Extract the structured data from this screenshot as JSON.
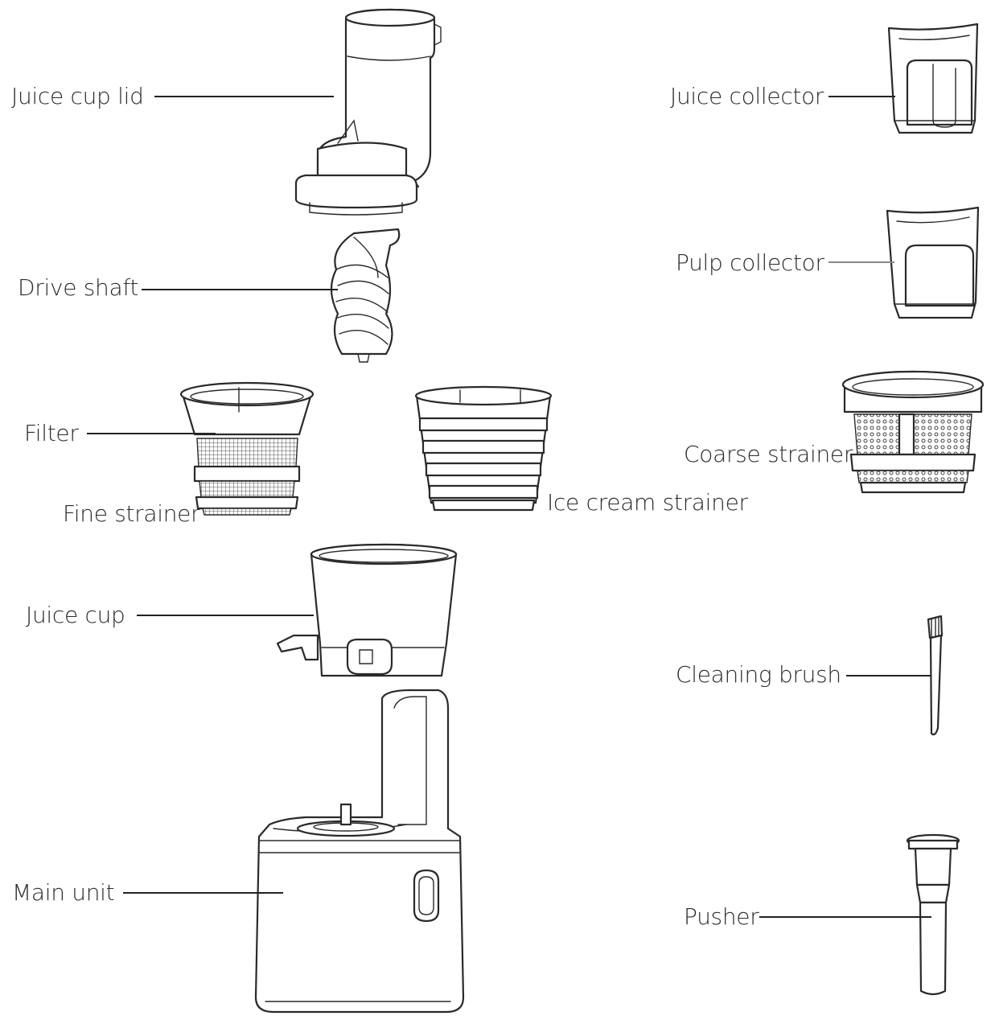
{
  "labels": {
    "juice_cup_lid": "Juice cup lid",
    "drive_shaft": "Drive shaft",
    "filter": "Filter",
    "fine_strainer": "Fine strainer",
    "ice_cream_strainer": "Ice cream strainer",
    "juice_cup": "Juice cup",
    "main_unit": "Main unit",
    "juice_collector": "Juice collector",
    "pulp_collector": "Pulp collector",
    "coarse_strainer": "Coarse strainer",
    "cleaning_brush": "Cleaning brush",
    "pusher": "Pusher"
  }
}
